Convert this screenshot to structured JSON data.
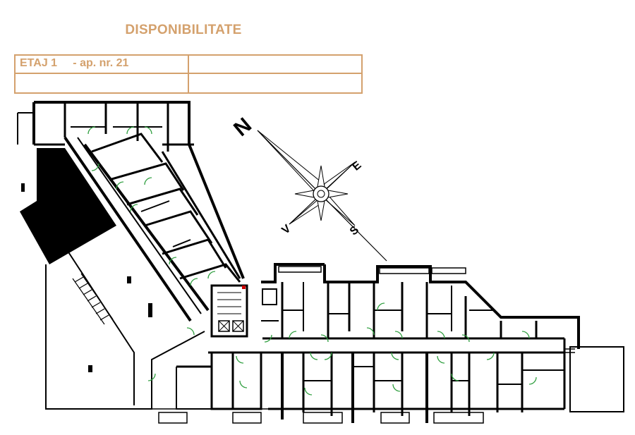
{
  "header": {
    "title": "DISPONIBILITATE"
  },
  "info_table": {
    "floor_label": "ETAJ 1",
    "apartment_label": "- ap. nr. 21",
    "row1_right": "",
    "row2_left": "",
    "row2_right": ""
  },
  "compass": {
    "north": "N",
    "east": "E",
    "south": "S",
    "west": "V"
  },
  "colors": {
    "accent": "#d4a16d",
    "wall": "#000000",
    "door_swing": "#2e9e3e",
    "marker": "#cc0000"
  }
}
